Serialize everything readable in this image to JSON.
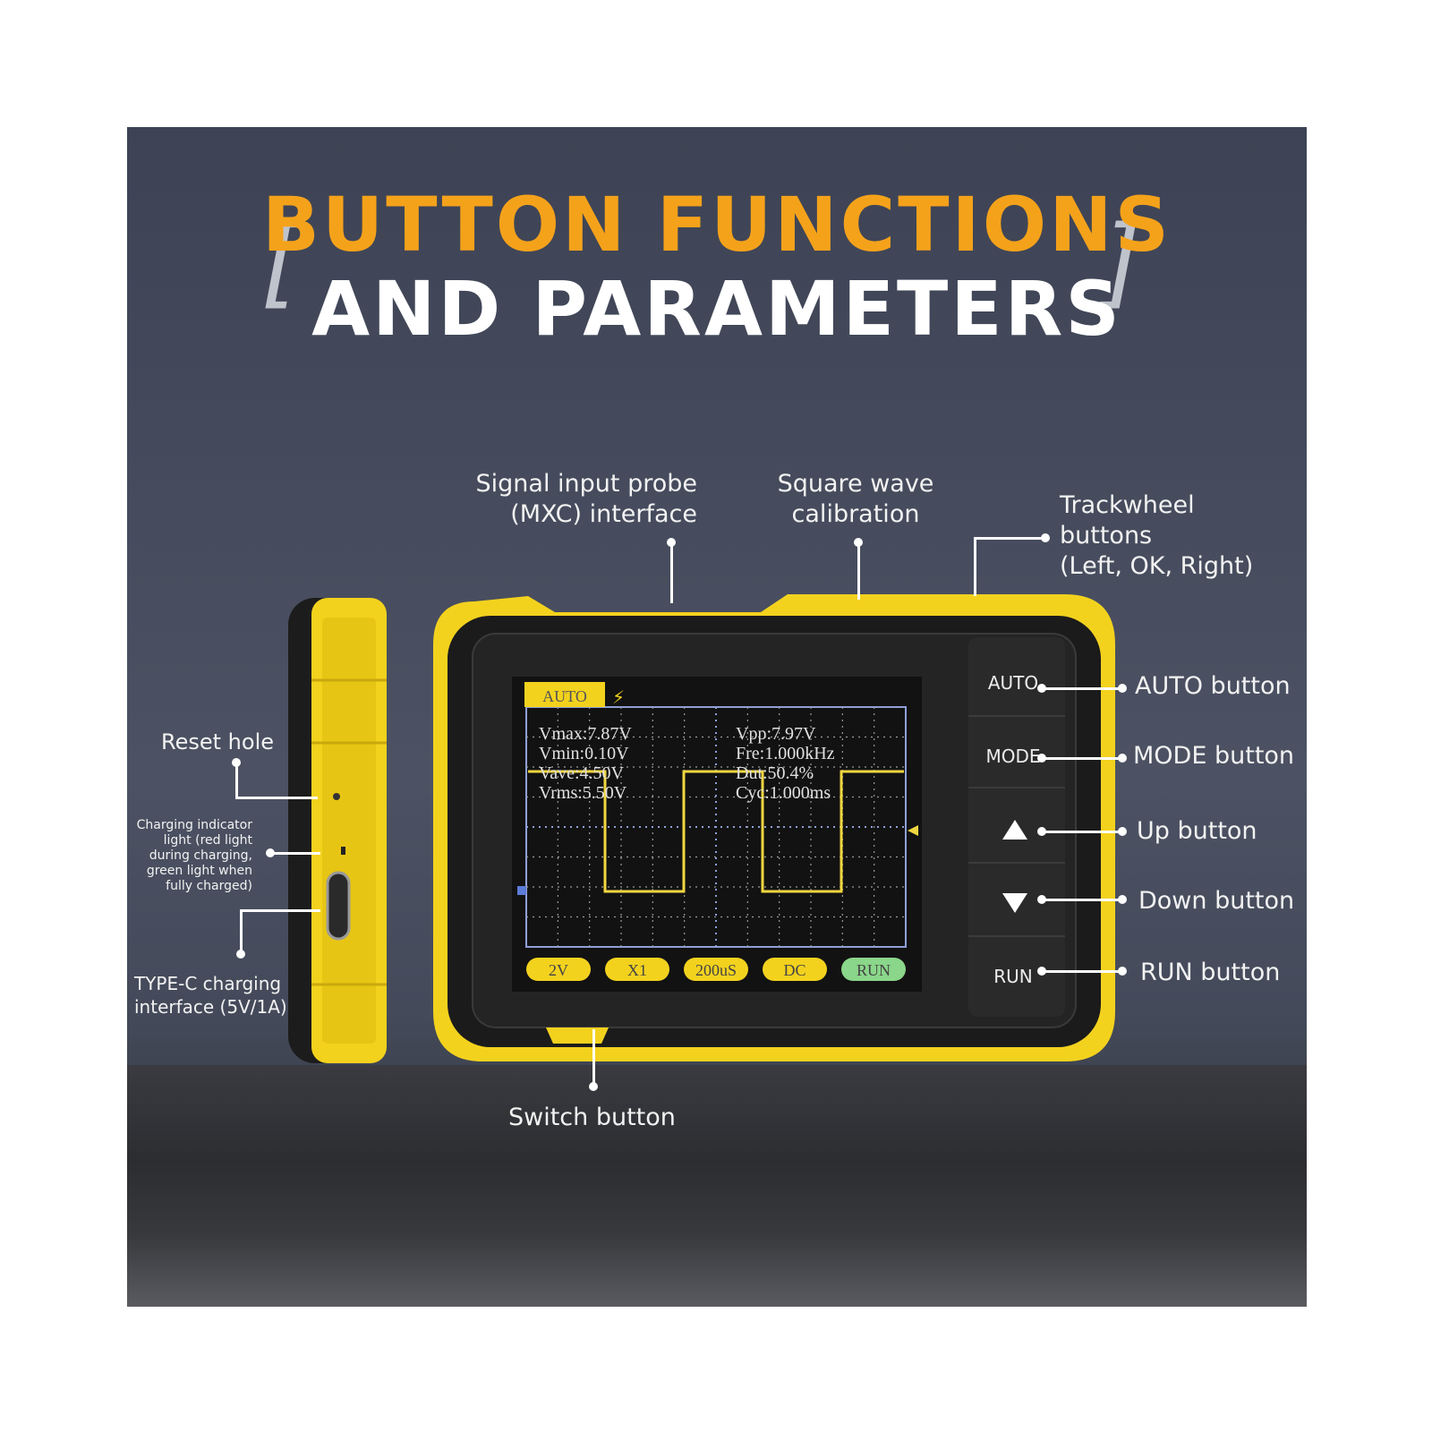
{
  "title": {
    "line1": "BUTTON FUNCTIONS",
    "line2": "AND PARAMETERS",
    "bracket_left": "[",
    "bracket_right": "]"
  },
  "colors": {
    "accent": "#f5a21b",
    "device_yellow": "#f3d21e",
    "screen_bg": "#141414",
    "trace": "#f0d640",
    "run_green": "#8ad68a"
  },
  "callouts": {
    "probe": "Signal input probe\n(MXC) interface",
    "square_wave": "Square wave\ncalibration",
    "trackwheel": "Trackwheel\nbuttons\n(Left, OK, Right)",
    "auto": "AUTO button",
    "mode": "MODE button",
    "up": "Up button",
    "down": "Down button",
    "run": "RUN button",
    "switch": "Switch button",
    "reset": "Reset hole",
    "charging_light": "Charging indicator\nlight (red light\nduring charging,\ngreen light when\nfully charged)",
    "typec": "TYPE-C charging\ninterface (5V/1A)"
  },
  "device": {
    "side_buttons": {
      "auto": "AUTO",
      "mode": "MODE",
      "run": "RUN"
    },
    "screen": {
      "mode_tag": "AUTO",
      "readings_left": [
        "Vmax:7.87V",
        "Vmin:0.10V",
        "Vave:4.50V",
        "Vrms:5.50V"
      ],
      "readings_right": [
        "Vpp:7.97V",
        "Fre:1.000kHz",
        "Dut:50.4%",
        "Cyc:1.000ms"
      ],
      "bottom_buttons": [
        "2V",
        "X1",
        "200uS",
        "DC",
        "RUN"
      ]
    }
  }
}
